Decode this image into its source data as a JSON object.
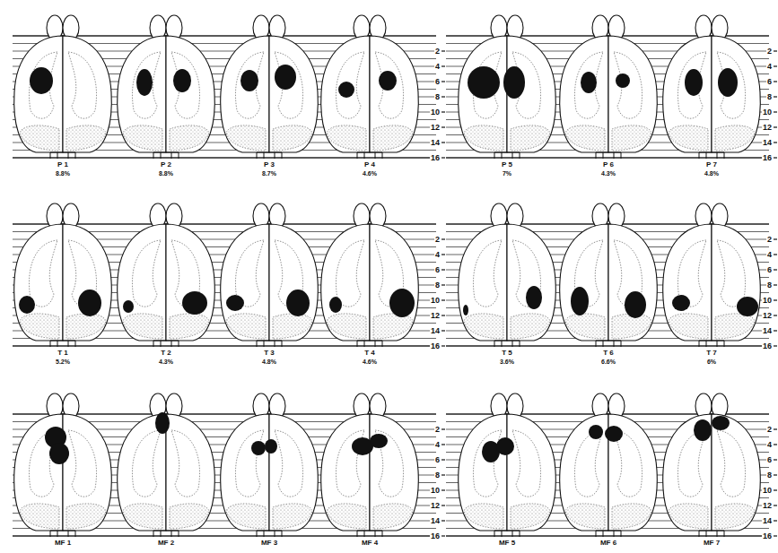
{
  "diagram": {
    "labels": [
      "P 1",
      "8.8%",
      "P 2",
      "8.8%",
      "P 3",
      "8.7%",
      "P 4",
      "4.6%",
      "2",
      "4",
      "6",
      "8",
      "10",
      "12",
      "14",
      "16",
      "P 5",
      "7%",
      "P 6",
      "4.3%",
      "P 7",
      "4.8%",
      "2",
      "4",
      "6",
      "8",
      "10",
      "12",
      "14",
      "16",
      "T 1",
      "5.2%",
      "T 2",
      "4.3%",
      "T 3",
      "4.8%",
      "T 4",
      "4.6%",
      "2",
      "4",
      "6",
      "8",
      "10",
      "12",
      "14",
      "16",
      "T 5",
      "3.6%",
      "T 6",
      "6.6%",
      "T 7",
      "6%",
      "2",
      "4",
      "6",
      "8",
      "10",
      "12",
      "14",
      "16",
      "MF 1",
      "MF 2",
      "MF 3",
      "MF 4",
      "2",
      "4",
      "6",
      "8",
      "10",
      "12",
      "14",
      "16",
      "MF 5",
      "MF 6",
      "MF 7",
      "2",
      "4",
      "6",
      "8",
      "10",
      "12",
      "14",
      "16"
    ]
  }
}
